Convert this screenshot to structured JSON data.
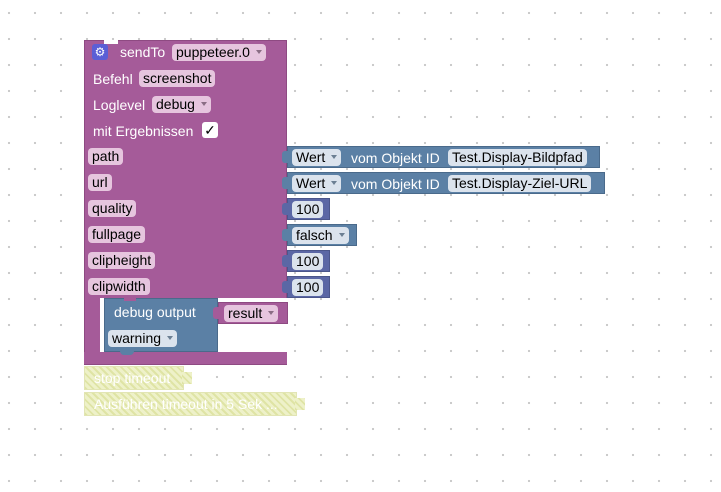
{
  "sendto": {
    "label": "sendTo",
    "instance": "puppeteer.0",
    "befehl_label": "Befehl",
    "befehl_value": "screenshot",
    "loglevel_label": "Loglevel",
    "loglevel_value": "debug",
    "results_label": "mit Ergebnissen",
    "results_checked": "✓"
  },
  "inputs": [
    {
      "label": "path",
      "kind": "object",
      "dropdown": "Wert",
      "text": "vom Objekt ID",
      "object_id": "Test.Display-Bildpfad"
    },
    {
      "label": "url",
      "kind": "object",
      "dropdown": "Wert",
      "text": "vom Objekt ID",
      "object_id": "Test.Display-Ziel-URL"
    },
    {
      "label": "quality",
      "kind": "number",
      "value": "100"
    },
    {
      "label": "fullpage",
      "kind": "boolean",
      "value": "falsch"
    },
    {
      "label": "clipheight",
      "kind": "number",
      "value": "100"
    },
    {
      "label": "clipwidth",
      "kind": "number",
      "value": "100"
    }
  ],
  "debug": {
    "label": "debug output",
    "variable": "result",
    "level": "warning"
  },
  "disabled_blocks": [
    {
      "label": "stop timeout"
    },
    {
      "label": "Ausführen timeout in 5 Sek ..."
    }
  ],
  "colors": {
    "purple": "#a55b99",
    "blue": "#5b80a5",
    "number": "#5b67a5",
    "disabled": "#eef0c8"
  }
}
